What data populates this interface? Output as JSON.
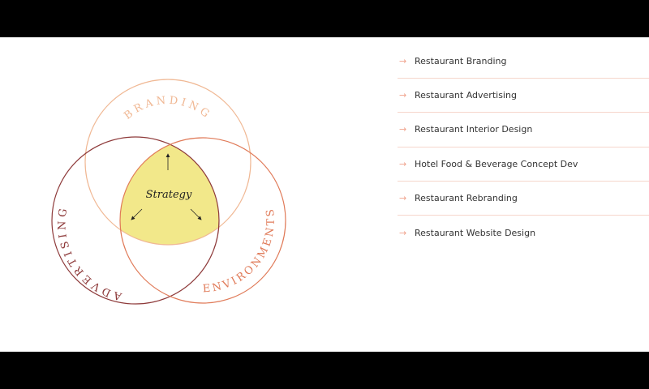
{
  "venn": {
    "branding": "BRANDING",
    "advertising": "ADVERTISING",
    "environments": "ENVIRONMENTS",
    "center": "Strategy",
    "colors": {
      "branding": "#f0b894",
      "advertising": "#8e3a3a",
      "environments": "#e07a58",
      "center": "#f2e88a"
    }
  },
  "services": [
    {
      "label": "Restaurant Branding",
      "icon": "arrow-right-icon"
    },
    {
      "label": "Restaurant Advertising",
      "icon": "arrow-right-icon"
    },
    {
      "label": "Restaurant Interior Design",
      "icon": "arrow-right-icon"
    },
    {
      "label": "Hotel Food & Beverage Concept Dev",
      "icon": "arrow-right-icon"
    },
    {
      "label": "Restaurant Rebranding",
      "icon": "arrow-right-icon"
    },
    {
      "label": "Restaurant Website Design",
      "icon": "arrow-right-icon"
    }
  ],
  "arrow_glyph": "→"
}
